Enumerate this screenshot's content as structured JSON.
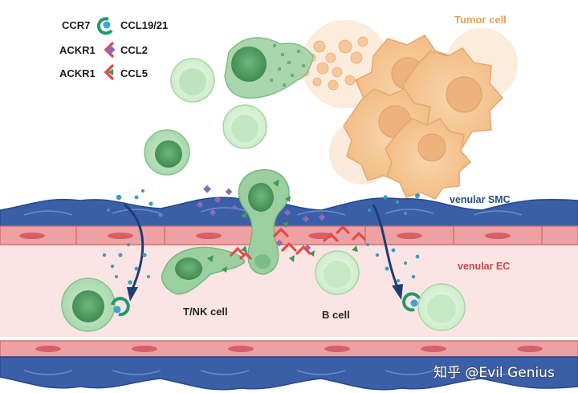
{
  "legend": [
    {
      "receptor": "CCR7",
      "ligand": "CCL19/21"
    },
    {
      "receptor": "ACKR1",
      "ligand": "CCL2"
    },
    {
      "receptor": "ACKR1",
      "ligand": "CCL5"
    }
  ],
  "labels": {
    "tumor": "Tumor cell",
    "smc": "venular SMC",
    "ec": "venular EC",
    "tnk": "T/NK cell",
    "bcell": "B cell"
  },
  "watermark": "知乎 @Evil Genius",
  "colors": {
    "tumor_label": "#e8a050",
    "smc_label": "#2a5080",
    "ec_label": "#d04848",
    "smc_cell": "#3a5ea8",
    "ec_cell": "#e8868a",
    "lumen": "#fbe4e4",
    "green_cell": "#8fc99a",
    "green_nucleus": "#4e9a60",
    "tumor_cell": "#f6c99a"
  }
}
